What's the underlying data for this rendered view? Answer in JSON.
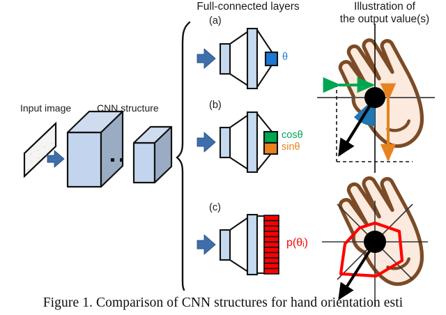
{
  "figure": {
    "headers": {
      "fc_layers": "Full-connected layers",
      "illustration_line1": "Illustration of",
      "illustration_line2": "the output value(s)"
    },
    "left_stage": {
      "input_label": "Input image",
      "cnn_label": "CNN structure",
      "ellipsis": "·   ·"
    },
    "branches": [
      {
        "tag": "(a)",
        "outputs": [
          {
            "label": "θ",
            "color": "#1a7fd4"
          }
        ]
      },
      {
        "tag": "(b)",
        "outputs": [
          {
            "label": "cosθ",
            "color": "#00a65a"
          },
          {
            "label": "sinθ",
            "color": "#e8821e"
          }
        ]
      },
      {
        "tag": "(c)",
        "outputs": [
          {
            "label": "p(θᵢ)",
            "color": "#ff0000"
          }
        ],
        "bin_count": 11
      }
    ],
    "colors": {
      "arrow_blue": "#3f6fab",
      "fc_light_blue": "#c5d9ef",
      "box_front": "#c3d5ee",
      "box_top": "#cfdcf0",
      "box_side": "#9aabc4",
      "input_plane": "#f4f4f2",
      "output_blue": "#1b77d1",
      "output_green": "#00a651",
      "output_orange": "#e8821e",
      "output_red": "#ff0000",
      "hand_outline": "#7b4b27",
      "hand_fill": "#fbeadd",
      "wedge_blue": "#1f77b4",
      "axis_gray": "#555555",
      "outline_black": "#000000"
    },
    "caption": "Figure 1. Comparison of CNN structures for hand orientation esti"
  }
}
